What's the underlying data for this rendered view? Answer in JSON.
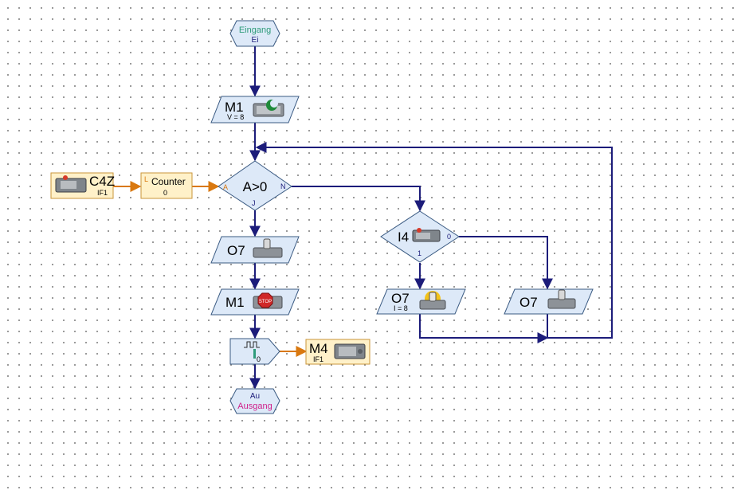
{
  "start": {
    "title": "Eingang",
    "sub": "Ei"
  },
  "motor_start": {
    "title": "M1",
    "sub": "V = 8",
    "icon": "motor-rotate-icon"
  },
  "decision_a": {
    "title": "A>0",
    "in_label": "A",
    "no_label": "N",
    "yes_label": "J"
  },
  "counter_source": {
    "title": "C4Z",
    "sub": "IF1",
    "icon": "counter-sensor-icon"
  },
  "counter_var": {
    "prefix": "L",
    "title": "Counter",
    "sub": "0"
  },
  "output_left": {
    "title": "O7",
    "icon": "lamp-icon"
  },
  "motor_stop": {
    "title": "M1",
    "icon": "stop-icon",
    "icon_text": "STOP"
  },
  "pulse_block": {
    "sub": "0",
    "icon": "pulse-icon"
  },
  "motor_out": {
    "title": "M4",
    "sub": "IF1",
    "icon": "motor-icon"
  },
  "end": {
    "title": "Ausgang",
    "sub": "Au"
  },
  "decision_i4": {
    "title": "I4",
    "no_label": "0",
    "yes_label": "1",
    "icon": "switch-sensor-icon"
  },
  "output_on": {
    "title": "O7",
    "sub": "I = 8",
    "icon": "lamp-on-icon"
  },
  "output_off": {
    "title": "O7",
    "icon": "lamp-icon"
  },
  "colors": {
    "flow": "#1c1c7a",
    "wire": "#d9780f",
    "block_fill": "#dde9f8",
    "device_fill": "#fff1c9"
  }
}
